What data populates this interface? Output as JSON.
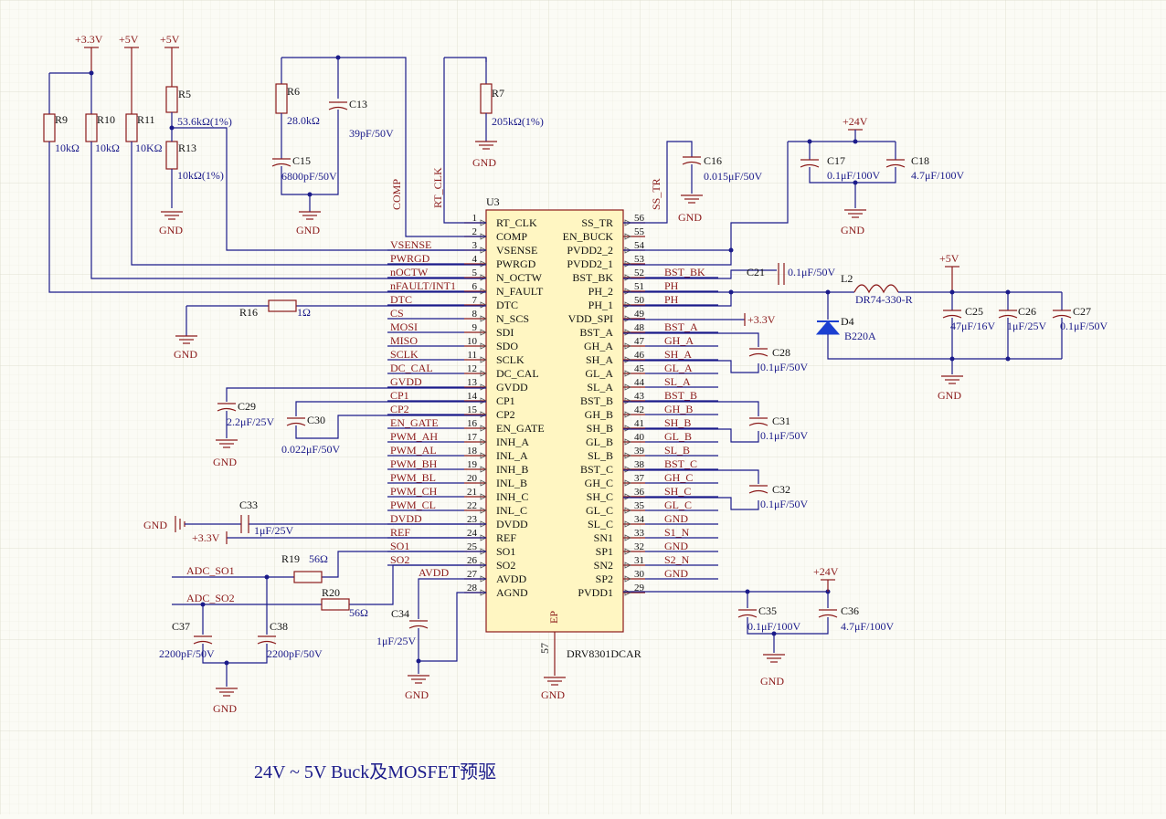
{
  "title": "24V ~ 5V Buck及MOSFET预驱",
  "ic": {
    "designator": "U3",
    "part": "DRV8301DCAR",
    "ep": "EP",
    "ep_pin": "57"
  },
  "power": {
    "v33": "+3.3V",
    "v5": "+5V",
    "v24": "+24V",
    "gnd": "GND"
  },
  "nets": {
    "comp": "COMP",
    "rt_clk": "RT_CLK",
    "ss_tr": "SS_TR",
    "adc_so1": "ADC_SO1",
    "adc_so2": "ADC_SO2",
    "avdd": "AVDD"
  },
  "parts": {
    "r9": {
      "ref": "R9",
      "val": "10kΩ"
    },
    "r10": {
      "ref": "R10",
      "val": "10kΩ"
    },
    "r11": {
      "ref": "R11",
      "val": "10KΩ"
    },
    "r5": {
      "ref": "R5",
      "val": "53.6kΩ(1%)"
    },
    "r13": {
      "ref": "R13",
      "val": "10kΩ(1%)"
    },
    "r6": {
      "ref": "R6",
      "val": "28.0kΩ"
    },
    "r7": {
      "ref": "R7",
      "val": "205kΩ(1%)"
    },
    "c13": {
      "ref": "C13",
      "val": "39pF/50V"
    },
    "c15": {
      "ref": "C15",
      "val": "6800pF/50V"
    },
    "c16": {
      "ref": "C16",
      "val": "0.015μF/50V"
    },
    "c17": {
      "ref": "C17",
      "val": "0.1μF/100V"
    },
    "c18": {
      "ref": "C18",
      "val": "4.7μF/100V"
    },
    "c21": {
      "ref": "C21",
      "val": "0.1μF/50V"
    },
    "l2": {
      "ref": "L2",
      "val": "DR74-330-R"
    },
    "d4": {
      "ref": "D4",
      "val": "B220A"
    },
    "c25": {
      "ref": "C25",
      "val": "47μF/16V"
    },
    "c26": {
      "ref": "C26",
      "val": "1μF/25V"
    },
    "c27": {
      "ref": "C27",
      "val": "0.1μF/50V"
    },
    "c28": {
      "ref": "C28",
      "val": "0.1μF/50V"
    },
    "c31": {
      "ref": "C31",
      "val": "0.1μF/50V"
    },
    "c32": {
      "ref": "C32",
      "val": "0.1μF/50V"
    },
    "c35": {
      "ref": "C35",
      "val": "0.1μF/100V"
    },
    "c36": {
      "ref": "C36",
      "val": "4.7μF/100V"
    },
    "r16": {
      "ref": "R16",
      "val": "1Ω"
    },
    "c29": {
      "ref": "C29",
      "val": "2.2μF/25V"
    },
    "c30": {
      "ref": "C30",
      "val": "0.022μF/50V"
    },
    "c33": {
      "ref": "C33",
      "val": "1μF/25V"
    },
    "r19": {
      "ref": "R19",
      "val": "56Ω"
    },
    "r20": {
      "ref": "R20",
      "val": "56Ω"
    },
    "c37": {
      "ref": "C37",
      "val": "2200pF/50V"
    },
    "c38": {
      "ref": "C38",
      "val": "2200pF/50V"
    },
    "c34": {
      "ref": "C34",
      "val": "1μF/25V"
    }
  },
  "left_pins": [
    {
      "num": "1",
      "name": "RT_CLK",
      "net": ""
    },
    {
      "num": "2",
      "name": "COMP",
      "net": ""
    },
    {
      "num": "3",
      "name": "VSENSE",
      "net": "VSENSE"
    },
    {
      "num": "4",
      "name": "PWRGD",
      "net": "PWRGD"
    },
    {
      "num": "5",
      "name": "N_OCTW",
      "net": "nOCTW"
    },
    {
      "num": "6",
      "name": "N_FAULT",
      "net": "nFAULT/INT1"
    },
    {
      "num": "7",
      "name": "DTC",
      "net": "DTC"
    },
    {
      "num": "8",
      "name": "N_SCS",
      "net": "CS"
    },
    {
      "num": "9",
      "name": "SDI",
      "net": "MOSI"
    },
    {
      "num": "10",
      "name": "SDO",
      "net": "MISO"
    },
    {
      "num": "11",
      "name": "SCLK",
      "net": "SCLK"
    },
    {
      "num": "12",
      "name": "DC_CAL",
      "net": "DC_CAL"
    },
    {
      "num": "13",
      "name": "GVDD",
      "net": "GVDD"
    },
    {
      "num": "14",
      "name": "CP1",
      "net": "CP1"
    },
    {
      "num": "15",
      "name": "CP2",
      "net": "CP2"
    },
    {
      "num": "16",
      "name": "EN_GATE",
      "net": "EN_GATE"
    },
    {
      "num": "17",
      "name": "INH_A",
      "net": "PWM_AH"
    },
    {
      "num": "18",
      "name": "INL_A",
      "net": "PWM_AL"
    },
    {
      "num": "19",
      "name": "INH_B",
      "net": "PWM_BH"
    },
    {
      "num": "20",
      "name": "INL_B",
      "net": "PWM_BL"
    },
    {
      "num": "21",
      "name": "INH_C",
      "net": "PWM_CH"
    },
    {
      "num": "22",
      "name": "INL_C",
      "net": "PWM_CL"
    },
    {
      "num": "23",
      "name": "DVDD",
      "net": "DVDD"
    },
    {
      "num": "24",
      "name": "REF",
      "net": "REF"
    },
    {
      "num": "25",
      "name": "SO1",
      "net": "SO1"
    },
    {
      "num": "26",
      "name": "SO2",
      "net": "SO2"
    },
    {
      "num": "27",
      "name": "AVDD",
      "net": ""
    },
    {
      "num": "28",
      "name": "AGND",
      "net": ""
    }
  ],
  "right_pins": [
    {
      "num": "56",
      "name": "SS_TR",
      "net": ""
    },
    {
      "num": "55",
      "name": "EN_BUCK",
      "net": ""
    },
    {
      "num": "54",
      "name": "PVDD2_2",
      "net": ""
    },
    {
      "num": "53",
      "name": "PVDD2_1",
      "net": ""
    },
    {
      "num": "52",
      "name": "BST_BK",
      "net": "BST_BK"
    },
    {
      "num": "51",
      "name": "PH_2",
      "net": "PH"
    },
    {
      "num": "50",
      "name": "PH_1",
      "net": "PH"
    },
    {
      "num": "49",
      "name": "VDD_SPI",
      "net": ""
    },
    {
      "num": "48",
      "name": "BST_A",
      "net": "BST_A"
    },
    {
      "num": "47",
      "name": "GH_A",
      "net": "GH_A"
    },
    {
      "num": "46",
      "name": "SH_A",
      "net": "SH_A"
    },
    {
      "num": "45",
      "name": "GL_A",
      "net": "GL_A"
    },
    {
      "num": "44",
      "name": "SL_A",
      "net": "SL_A"
    },
    {
      "num": "43",
      "name": "BST_B",
      "net": "BST_B"
    },
    {
      "num": "42",
      "name": "GH_B",
      "net": "GH_B"
    },
    {
      "num": "41",
      "name": "SH_B",
      "net": "SH_B"
    },
    {
      "num": "40",
      "name": "GL_B",
      "net": "GL_B"
    },
    {
      "num": "39",
      "name": "SL_B",
      "net": "SL_B"
    },
    {
      "num": "38",
      "name": "BST_C",
      "net": "BST_C"
    },
    {
      "num": "37",
      "name": "GH_C",
      "net": "GH_C"
    },
    {
      "num": "36",
      "name": "SH_C",
      "net": "SH_C"
    },
    {
      "num": "35",
      "name": "GL_C",
      "net": "GL_C"
    },
    {
      "num": "34",
      "name": "SL_C",
      "net": "GND"
    },
    {
      "num": "33",
      "name": "SN1",
      "net": "S1_N"
    },
    {
      "num": "32",
      "name": "SP1",
      "net": "GND"
    },
    {
      "num": "31",
      "name": "SN2",
      "net": "S2_N"
    },
    {
      "num": "30",
      "name": "SP2",
      "net": "GND"
    },
    {
      "num": "29",
      "name": "PVDD1",
      "net": ""
    }
  ]
}
